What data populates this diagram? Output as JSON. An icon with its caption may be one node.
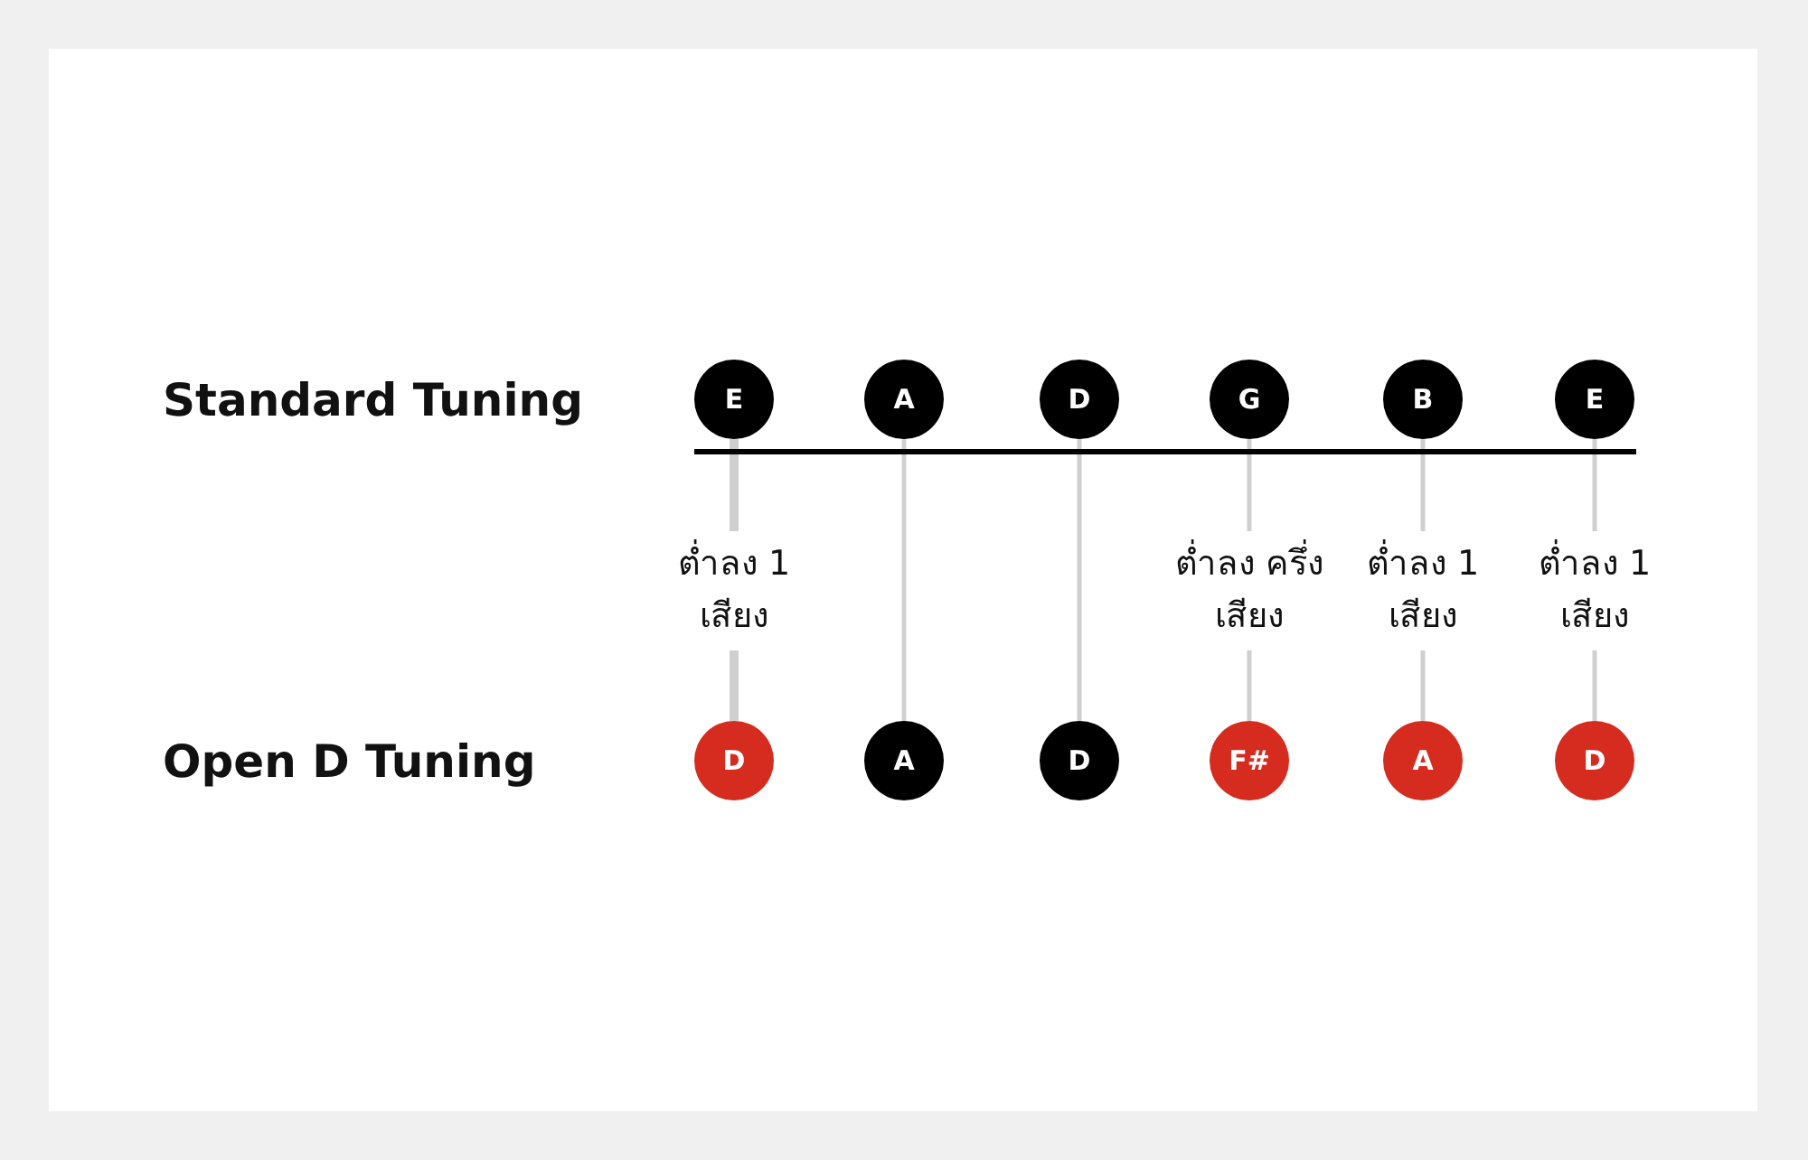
{
  "diagram": {
    "nodes": [
      {
        "text": [
          "E"
        ]
      },
      {
        "text": [
          "A"
        ]
      },
      {
        "text": [
          "D"
        ]
      },
      {
        "text": [
          "G"
        ]
      },
      {
        "text": [
          "B"
        ]
      },
      {
        "text": [
          "E"
        ]
      },
      {
        "text": [
          "D"
        ]
      },
      {
        "text": [
          "A"
        ]
      },
      {
        "text": [
          "D"
        ]
      },
      {
        "text": [
          "F#"
        ]
      },
      {
        "text": [
          "A"
        ]
      },
      {
        "text": [
          "D"
        ]
      }
    ],
    "edges": [
      {
        "from": 0,
        "to": 6,
        "arrow": "none",
        "label": "ต่ำลง 1 เสียง",
        "style": "thick"
      },
      {
        "from": 1,
        "to": 7,
        "arrow": "none"
      },
      {
        "from": 2,
        "to": 8,
        "arrow": "none"
      },
      {
        "from": 3,
        "to": 9,
        "arrow": "none",
        "label": "ต่ำลง ครึ่งเสียง"
      },
      {
        "from": 4,
        "to": 10,
        "arrow": "none",
        "label": "ต่ำลง 1 เสียง"
      },
      {
        "from": 5,
        "to": 11,
        "arrow": "none",
        "label": "ต่ำลง 1 เสียง"
      }
    ],
    "labels": [
      "Standard Tuning",
      "Open D Tuning"
    ]
  }
}
